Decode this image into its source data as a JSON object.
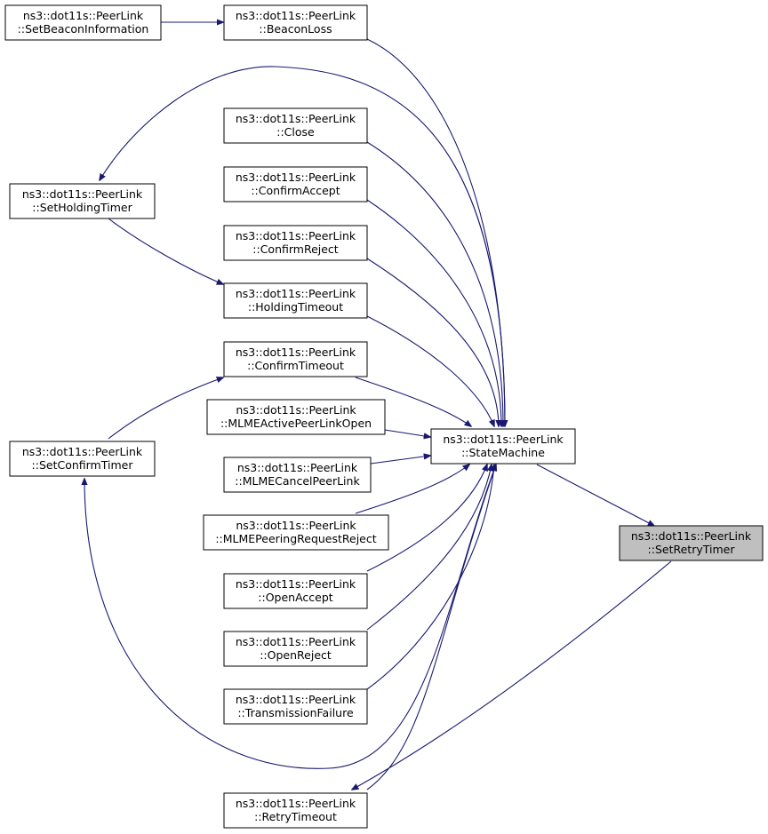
{
  "diagram": {
    "nodes": {
      "set_beacon_information": {
        "line1": "ns3::dot11s::PeerLink",
        "line2": "::SetBeaconInformation"
      },
      "beacon_loss": {
        "line1": "ns3::dot11s::PeerLink",
        "line2": "::BeaconLoss"
      },
      "close": {
        "line1": "ns3::dot11s::PeerLink",
        "line2": "::Close"
      },
      "set_holding_timer": {
        "line1": "ns3::dot11s::PeerLink",
        "line2": "::SetHoldingTimer"
      },
      "confirm_accept": {
        "line1": "ns3::dot11s::PeerLink",
        "line2": "::ConfirmAccept"
      },
      "confirm_reject": {
        "line1": "ns3::dot11s::PeerLink",
        "line2": "::ConfirmReject"
      },
      "holding_timeout": {
        "line1": "ns3::dot11s::PeerLink",
        "line2": "::HoldingTimeout"
      },
      "confirm_timeout": {
        "line1": "ns3::dot11s::PeerLink",
        "line2": "::ConfirmTimeout"
      },
      "mlme_active_peer_link_open": {
        "line1": "ns3::dot11s::PeerLink",
        "line2": "::MLMEActivePeerLinkOpen"
      },
      "state_machine": {
        "line1": "ns3::dot11s::PeerLink",
        "line2": "::StateMachine"
      },
      "set_confirm_timer": {
        "line1": "ns3::dot11s::PeerLink",
        "line2": "::SetConfirmTimer"
      },
      "mlme_cancel_peer_link": {
        "line1": "ns3::dot11s::PeerLink",
        "line2": "::MLMECancelPeerLink"
      },
      "mlme_peering_request_reject": {
        "line1": "ns3::dot11s::PeerLink",
        "line2": "::MLMEPeeringRequestReject"
      },
      "set_retry_timer": {
        "line1": "ns3::dot11s::PeerLink",
        "line2": "::SetRetryTimer"
      },
      "open_accept": {
        "line1": "ns3::dot11s::PeerLink",
        "line2": "::OpenAccept"
      },
      "open_reject": {
        "line1": "ns3::dot11s::PeerLink",
        "line2": "::OpenReject"
      },
      "transmission_failure": {
        "line1": "ns3::dot11s::PeerLink",
        "line2": "::TransmissionFailure"
      },
      "retry_timeout": {
        "line1": "ns3::dot11s::PeerLink",
        "line2": "::RetryTimeout"
      }
    },
    "edges": [
      {
        "from": "set_beacon_information",
        "to": "beacon_loss"
      },
      {
        "from": "beacon_loss",
        "to": "state_machine"
      },
      {
        "from": "state_machine",
        "to": "set_holding_timer"
      },
      {
        "from": "close",
        "to": "state_machine"
      },
      {
        "from": "confirm_accept",
        "to": "state_machine"
      },
      {
        "from": "confirm_reject",
        "to": "state_machine"
      },
      {
        "from": "set_holding_timer",
        "to": "holding_timeout"
      },
      {
        "from": "holding_timeout",
        "to": "state_machine"
      },
      {
        "from": "set_confirm_timer",
        "to": "confirm_timeout"
      },
      {
        "from": "confirm_timeout",
        "to": "state_machine"
      },
      {
        "from": "mlme_active_peer_link_open",
        "to": "state_machine"
      },
      {
        "from": "mlme_cancel_peer_link",
        "to": "state_machine"
      },
      {
        "from": "mlme_peering_request_reject",
        "to": "state_machine"
      },
      {
        "from": "open_accept",
        "to": "state_machine"
      },
      {
        "from": "open_reject",
        "to": "state_machine"
      },
      {
        "from": "transmission_failure",
        "to": "state_machine"
      },
      {
        "from": "retry_timeout",
        "to": "state_machine"
      },
      {
        "from": "state_machine",
        "to": "set_confirm_timer"
      },
      {
        "from": "state_machine",
        "to": "set_retry_timer"
      },
      {
        "from": "set_retry_timer",
        "to": "retry_timeout"
      }
    ],
    "colors": {
      "edge": "#191970",
      "highlight_fill": "#bfbfbf",
      "node_border": "#000000"
    }
  }
}
